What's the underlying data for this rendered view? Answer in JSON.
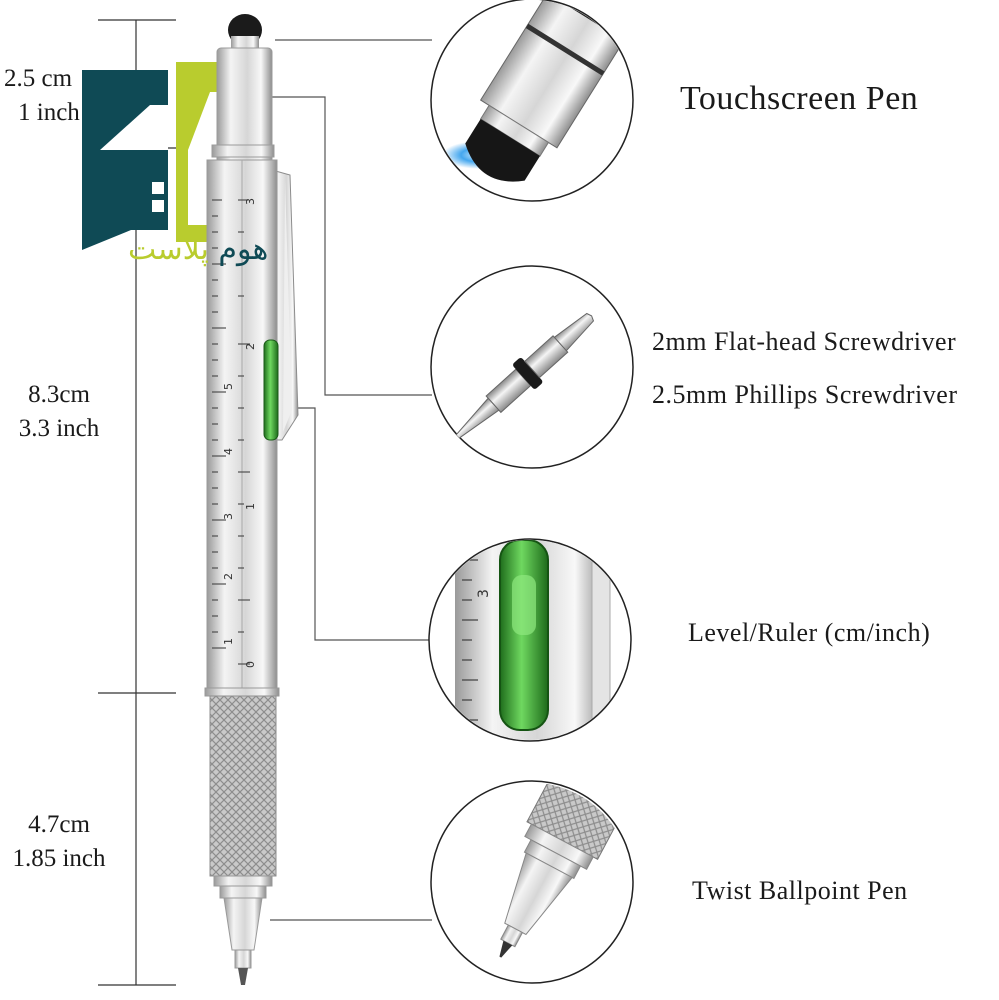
{
  "dimensions": [
    {
      "id": "top",
      "cm": "2.5 cm",
      "inch": "1 inch"
    },
    {
      "id": "middle",
      "cm": "8.3cm",
      "inch": "3.3 inch"
    },
    {
      "id": "bottom",
      "cm": "4.7cm",
      "inch": "1.85 inch"
    }
  ],
  "features": [
    {
      "id": "touchscreen",
      "lines": [
        "Touchscreen Pen"
      ]
    },
    {
      "id": "screwdriver",
      "lines": [
        "2mm Flat-head Screwdriver",
        "2.5mm Phillips Screwdriver"
      ]
    },
    {
      "id": "level",
      "lines": [
        "Level/Ruler (cm/inch)"
      ]
    },
    {
      "id": "ballpoint",
      "lines": [
        "Twist Ballpoint Pen"
      ]
    }
  ],
  "ruler_numbers": [
    "0",
    "1",
    "2",
    "3",
    "4",
    "5",
    "1",
    "2",
    "3"
  ],
  "logo": {
    "text_green": "پلاست",
    "text_dark": "هوم"
  },
  "colors": {
    "logo_dark": "#0f4a55",
    "logo_green": "#b9cc2e",
    "level_liquid": "#2e9e2a",
    "pen_silver": "#d9d9d9"
  }
}
